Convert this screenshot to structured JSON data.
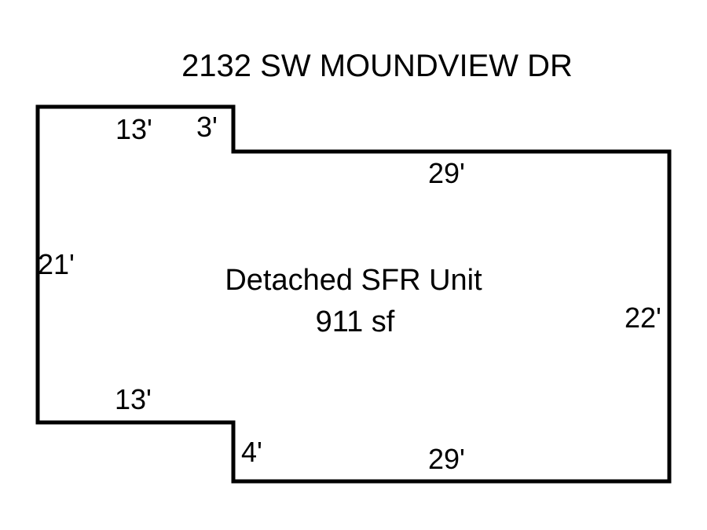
{
  "title": "2132 SW MOUNDVIEW DR",
  "unit": {
    "label": "Detached SFR Unit",
    "area": "911 sf"
  },
  "dimensions": {
    "top_left": "13'",
    "top_step": "3'",
    "top_right": "29'",
    "left": "21'",
    "right": "22'",
    "bottom_left": "13'",
    "bottom_step": "4'",
    "bottom_right": "29'"
  },
  "colors": {
    "outline": "#000000",
    "background": "#ffffff"
  }
}
